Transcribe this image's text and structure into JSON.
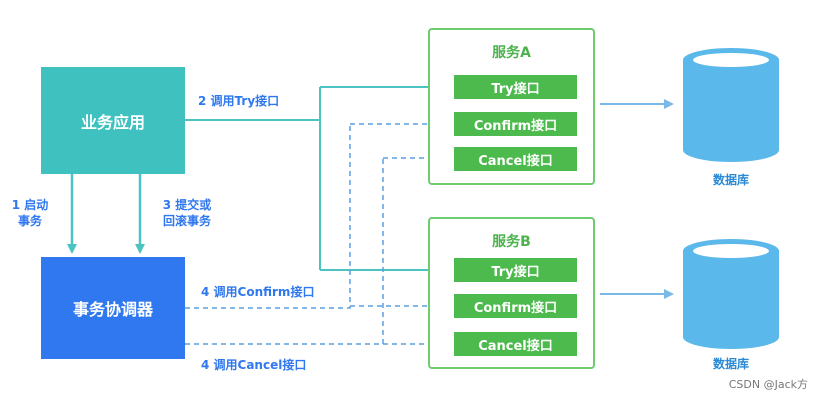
{
  "app": {
    "label": "业务应用"
  },
  "coordinator": {
    "label": "事务协调器"
  },
  "service_a": {
    "title": "服务A",
    "interfaces": [
      "Try接口",
      "Confirm接口",
      "Cancel接口"
    ]
  },
  "service_b": {
    "title": "服务B",
    "interfaces": [
      "Try接口",
      "Confirm接口",
      "Cancel接口"
    ]
  },
  "databases": {
    "label_a": "数据库",
    "label_b": "数据库"
  },
  "edges": {
    "start_tx": {
      "line1": "1 启动",
      "line2": "事务"
    },
    "call_try": "2 调用Try接口",
    "commit_rollback": {
      "line1": "3 提交或",
      "line2": "回滚事务"
    },
    "call_confirm": "4 调用Confirm接口",
    "call_cancel": "4 调用Cancel接口"
  },
  "watermark": "CSDN @Jack方",
  "colors": {
    "app": "#3fc1c0",
    "coordinator": "#2f78f0",
    "service_border": "#6ecb6e",
    "interface": "#4cba4c",
    "database": "#5bb8ea",
    "arrow": "#4bc3c3",
    "dashed_arrow": "#5a9fe0"
  }
}
